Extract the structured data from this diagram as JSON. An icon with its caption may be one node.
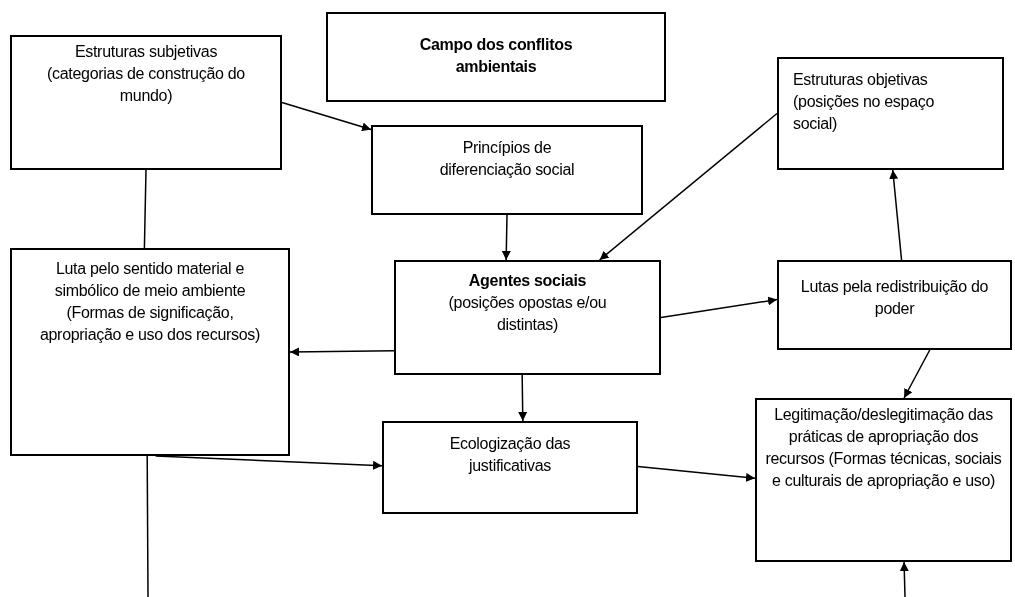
{
  "diagram": {
    "nodes": [
      {
        "text": [
          "Estruturas subjetivas (categorias de construção do mundo)"
        ]
      },
      {
        "text": [
          "Campo dos conflitos ambientais"
        ]
      },
      {
        "text": [
          "Princípios de diferenciação social"
        ]
      },
      {
        "text": [
          "Estruturas objetivas (posições no espaço social)"
        ]
      },
      {
        "text": [
          "Luta pelo sentido material e simbólico de meio ambiente (Formas de significação, apropriação e uso dos recursos)"
        ]
      },
      {
        "text": [
          "Agentes sociais",
          "(posições opostas e/ou distintas)"
        ]
      },
      {
        "text": [
          "Lutas pela redistribuição do poder"
        ]
      },
      {
        "text": [
          "Ecologização das justificativas"
        ]
      },
      {
        "text": [
          "Legitimação/deslegitimação das práticas de apropriação dos recursos (Formas técnicas, sociais e culturais de apropriação e uso)"
        ]
      }
    ],
    "edges": [
      {
        "from": 0,
        "to": 2,
        "arrow": "to"
      },
      {
        "from": 0,
        "to": 4,
        "arrow": "none"
      },
      {
        "from": 2,
        "to": 5,
        "arrow": "to"
      },
      {
        "from": 3,
        "to": 5,
        "arrow": "to"
      },
      {
        "from": 6,
        "to": 3,
        "arrow": "to"
      },
      {
        "from": 5,
        "to": 6,
        "arrow": "to"
      },
      {
        "from": 5,
        "to": 4,
        "arrow": "to"
      },
      {
        "from": 5,
        "to": 7,
        "arrow": "to"
      },
      {
        "from": 4,
        "to": 7,
        "arrow": "to"
      },
      {
        "from": 6,
        "to": 8,
        "arrow": "to"
      },
      {
        "from": 7,
        "to": 8,
        "arrow": "to"
      },
      {
        "from": 4,
        "to": null,
        "arrow": "none"
      },
      {
        "from": null,
        "to": 8,
        "arrow": "to"
      }
    ]
  }
}
